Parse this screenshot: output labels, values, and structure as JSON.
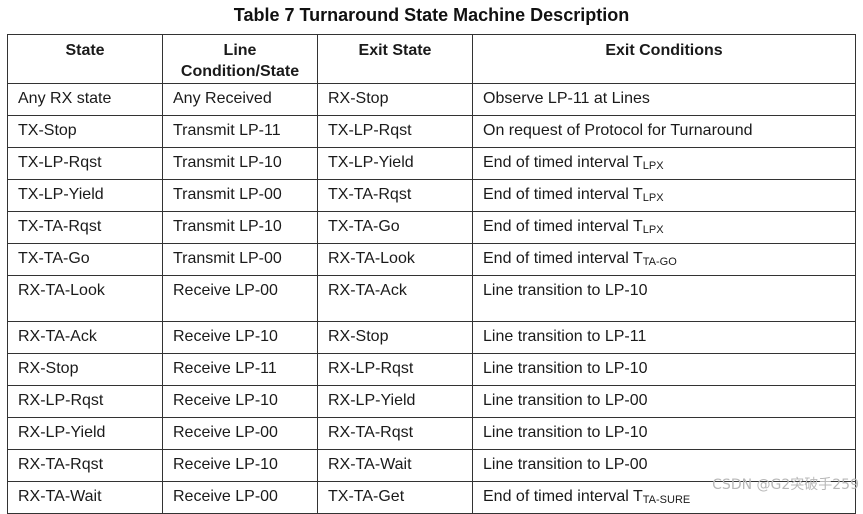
{
  "title": "Table 7 Turnaround State Machine Description",
  "headers": {
    "state": "State",
    "line_condition_1": "Line",
    "line_condition_2": "Condition/State",
    "exit_state": "Exit State",
    "exit_conditions": "Exit Conditions"
  },
  "rows": [
    {
      "state": "Any RX state",
      "line": "Any Received",
      "exit": "RX-Stop",
      "cond": "Observe LP-11 at Lines",
      "sub": ""
    },
    {
      "state": "TX-Stop",
      "line": "Transmit LP-11",
      "exit": "TX-LP-Rqst",
      "cond": "On request of Protocol for Turnaround",
      "sub": ""
    },
    {
      "state": "TX-LP-Rqst",
      "line": "Transmit LP-10",
      "exit": "TX-LP-Yield",
      "cond": "End of timed interval T",
      "sub": "LPX"
    },
    {
      "state": "TX-LP-Yield",
      "line": "Transmit LP-00",
      "exit": "TX-TA-Rqst",
      "cond": "End of timed interval T",
      "sub": "LPX"
    },
    {
      "state": "TX-TA-Rqst",
      "line": "Transmit LP-10",
      "exit": "TX-TA-Go",
      "cond": "End of timed interval T",
      "sub": "LPX"
    },
    {
      "state": "TX-TA-Go",
      "line": "Transmit LP-00",
      "exit": "RX-TA-Look",
      "cond": "End of timed interval T",
      "sub": "TA-GO"
    },
    {
      "state": "RX-TA-Look",
      "line": "Receive LP-00",
      "exit": "RX-TA-Ack",
      "cond": "Line transition to LP-10",
      "sub": ""
    },
    {
      "state": "RX-TA-Ack",
      "line": "Receive LP-10",
      "exit": "RX-Stop",
      "cond": "Line transition to LP-11",
      "sub": ""
    },
    {
      "state": "RX-Stop",
      "line": "Receive LP-11",
      "exit": "RX-LP-Rqst",
      "cond": "Line transition to LP-10",
      "sub": ""
    },
    {
      "state": "RX-LP-Rqst",
      "line": "Receive LP-10",
      "exit": "RX-LP-Yield",
      "cond": "Line transition to LP-00",
      "sub": ""
    },
    {
      "state": "RX-LP-Yield",
      "line": "Receive LP-00",
      "exit": "RX-TA-Rqst",
      "cond": "Line transition to LP-10",
      "sub": ""
    },
    {
      "state": "RX-TA-Rqst",
      "line": "Receive LP-10",
      "exit": "RX-TA-Wait",
      "cond": "Line transition to LP-00",
      "sub": ""
    },
    {
      "state": "RX-TA-Wait",
      "line": "Receive LP-00",
      "exit": "TX-TA-Get",
      "cond": "End of timed interval T",
      "sub": "TA-SURE"
    }
  ],
  "watermark": "CSDN @G2突破手259"
}
